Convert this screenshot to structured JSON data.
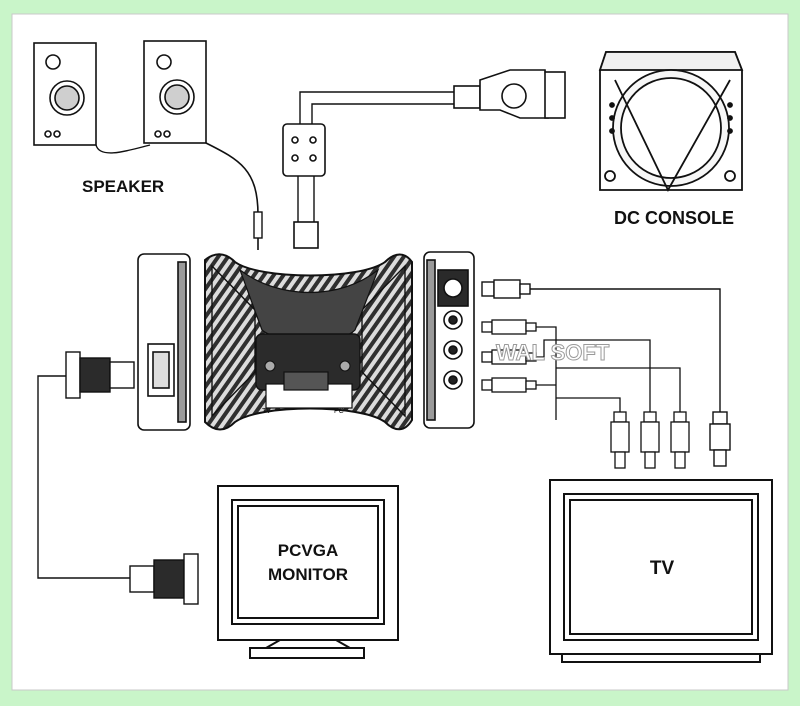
{
  "labels": {
    "speaker": "SPEAKER",
    "dc_console": "DC CONSOLE",
    "pcvga_monitor_line1": "PCVGA",
    "pcvga_monitor_line2": "MONITOR",
    "tv": "TV",
    "switch_tv": "TV",
    "switch_pc": "PC"
  },
  "watermark": "WAL SOFT",
  "colors": {
    "frame_green": "#c9f5c9",
    "paper": "#ffffff",
    "ink": "#111111",
    "device_fill": "#3c3c3c",
    "rib_fill": "#d8d8d8"
  }
}
